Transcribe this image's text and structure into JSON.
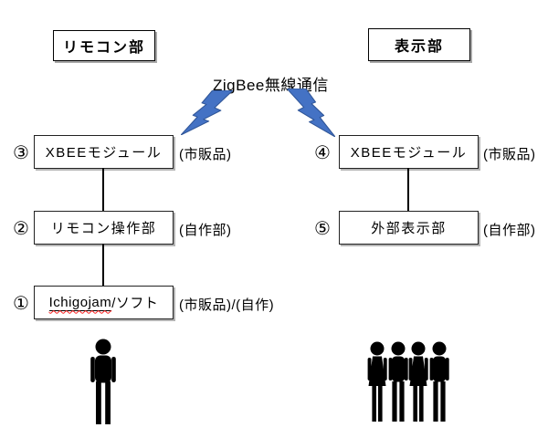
{
  "diagram": {
    "wireless_label": "ZigBee無線通信",
    "left_group": {
      "title": "リモコン部",
      "nodes": [
        {
          "num": "③",
          "label": "XBEEモジュール",
          "note": "(市販品)"
        },
        {
          "num": "②",
          "label": "リモコン操作部",
          "note": "(自作部)"
        },
        {
          "num": "①",
          "label_misspelled": "Ichigojam",
          "label_rest": "/ソフト",
          "note": "(市販品)/(自作)"
        }
      ],
      "user_icon": "single-person"
    },
    "right_group": {
      "title": "表示部",
      "nodes": [
        {
          "num": "④",
          "label": "XBEEモジュール",
          "note": "(市販品)"
        },
        {
          "num": "⑤",
          "label": "外部表示部",
          "note": "(自作部)"
        }
      ],
      "user_icon": "four-person-group"
    },
    "colors": {
      "bolt_fill": "#4472C4",
      "bolt_stroke": "#2F5597",
      "spellcheck_underline": "#FF1F1F",
      "box_border": "#000000",
      "silhouette": "#000000"
    }
  }
}
